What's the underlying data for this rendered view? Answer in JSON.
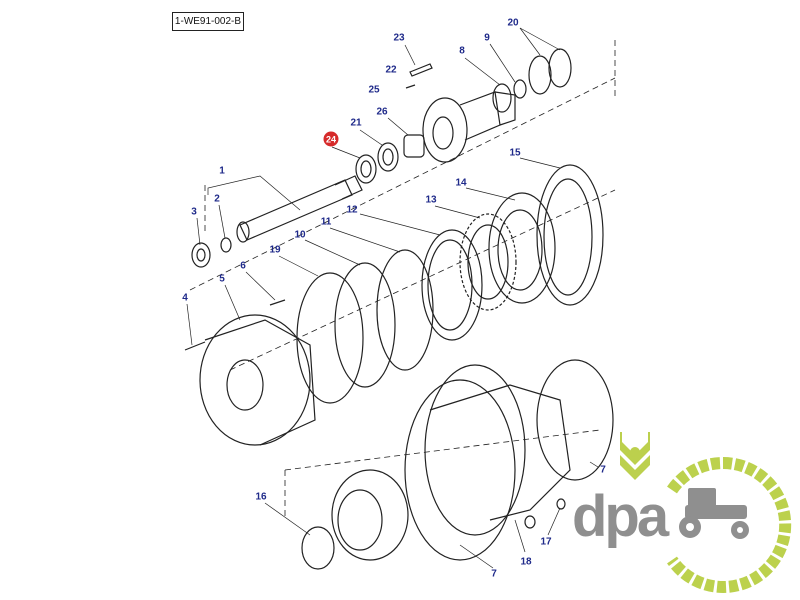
{
  "diagram": {
    "code": "1-WE91-002-B",
    "highlighted_part": "24",
    "part_labels": [
      "1",
      "2",
      "3",
      "4",
      "5",
      "6",
      "7",
      "7",
      "8",
      "9",
      "10",
      "11",
      "12",
      "13",
      "14",
      "15",
      "16",
      "17",
      "18",
      "19",
      "20",
      "21",
      "22",
      "23",
      "24",
      "25",
      "26"
    ]
  },
  "logo": {
    "text": "dpa",
    "colors": {
      "green": "#b5cc3a",
      "gray": "#8f8f8f"
    }
  },
  "colors": {
    "label": "#1f2a8a",
    "highlight": "#d62a2a",
    "line": "#222222"
  }
}
